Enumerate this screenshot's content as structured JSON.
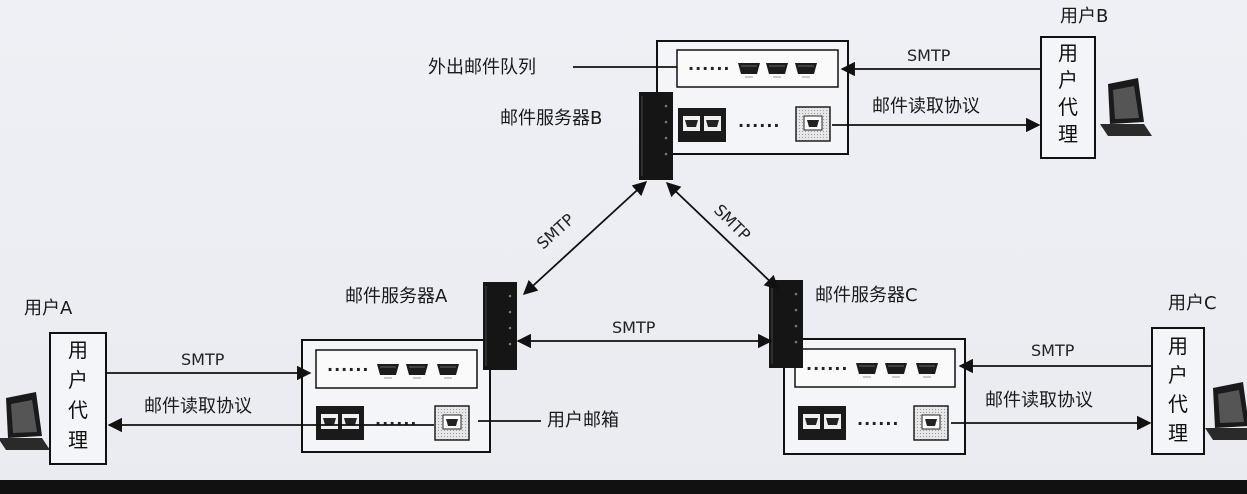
{
  "labels": {
    "outgoing_queue": "外出邮件队列",
    "server_a": "邮件服务器A",
    "server_b": "邮件服务器B",
    "server_c": "邮件服务器C",
    "user_a": "用户A",
    "user_b": "用户B",
    "user_c": "用户C",
    "user_agent_chars": [
      "用",
      "户",
      "代",
      "理"
    ],
    "mailbox": "用户邮箱",
    "smtp": "SMTP",
    "read_protocol": "邮件读取协议"
  },
  "colors": {
    "background": "#eceef3",
    "line": "#111111",
    "box_fill": "#f4f5f8",
    "inner_fill": "#fafafa",
    "server_body": "#151515",
    "envelope": "#1c1c1c"
  },
  "icons": {
    "queue_item": "mail-envelope-icon",
    "mailbox_item": "mailbox-icon",
    "server": "server-tower-icon",
    "computer": "laptop-computer-icon"
  }
}
